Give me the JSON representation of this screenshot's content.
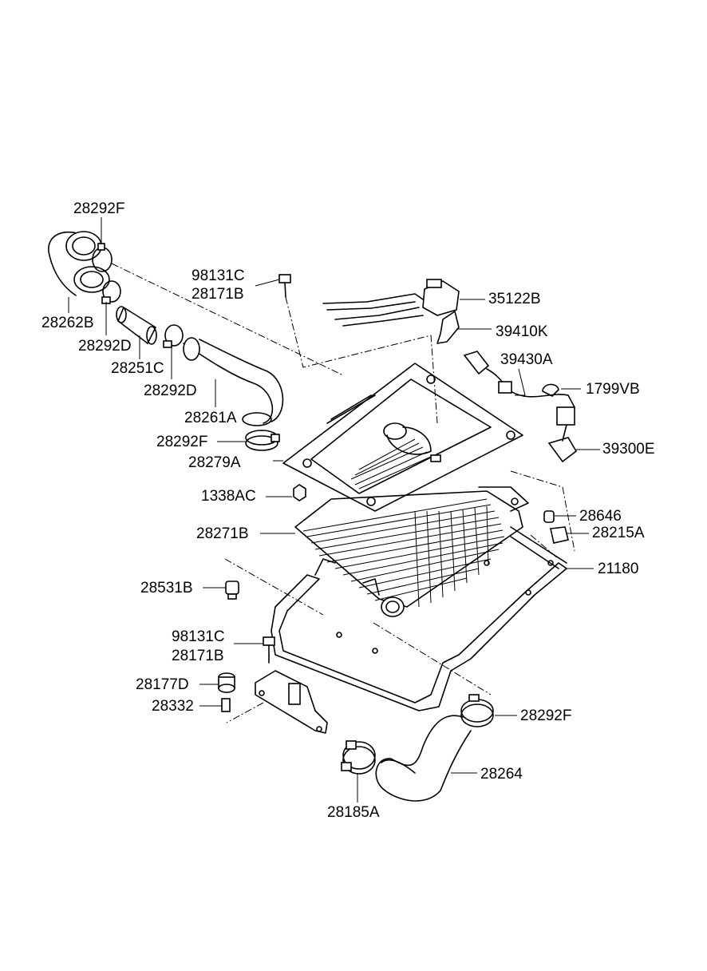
{
  "labels": {
    "p28292F_top": "28292F",
    "p28262B": "28262B",
    "p28292D_a": "28292D",
    "p28251C": "28251C",
    "p28292D_b": "28292D",
    "p28261A": "28261A",
    "p28292F_mid": "28292F",
    "p28279A": "28279A",
    "p98131C_a": "98131C",
    "p28171B_a": "28171B",
    "p35122B": "35122B",
    "p39410K": "39410K",
    "p39430A": "39430A",
    "p1799VB": "1799VB",
    "p39300E": "39300E",
    "p1338AC": "1338AC",
    "p28646": "28646",
    "p28215A": "28215A",
    "p28271B": "28271B",
    "p21180": "21180",
    "p28531B": "28531B",
    "p98131C_b": "98131C",
    "p28171B_b": "28171B",
    "p28177D": "28177D",
    "p28332": "28332",
    "p28292F_bot": "28292F",
    "p28264": "28264",
    "p28185A": "28185A"
  }
}
